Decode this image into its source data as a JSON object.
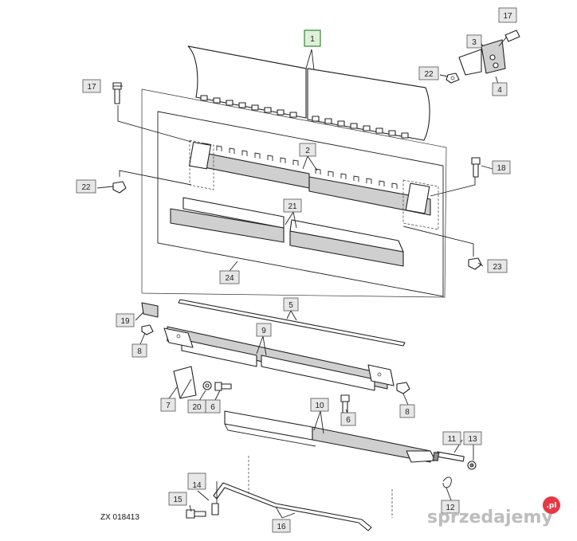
{
  "diagram": {
    "reference_code": "ZX 018413",
    "callouts": [
      "1",
      "2",
      "3",
      "4",
      "5",
      "6",
      "6",
      "7",
      "8",
      "8",
      "9",
      "10",
      "11",
      "12",
      "13",
      "14",
      "15",
      "16",
      "17",
      "17",
      "18",
      "19",
      "20",
      "21",
      "22",
      "22",
      "23",
      "24"
    ],
    "highlighted_callout": "1",
    "accent_color": "#2e8b2e"
  },
  "watermark": {
    "text": "sprzedajemy",
    "badge": ".pl",
    "badge_color": "#e63946"
  }
}
